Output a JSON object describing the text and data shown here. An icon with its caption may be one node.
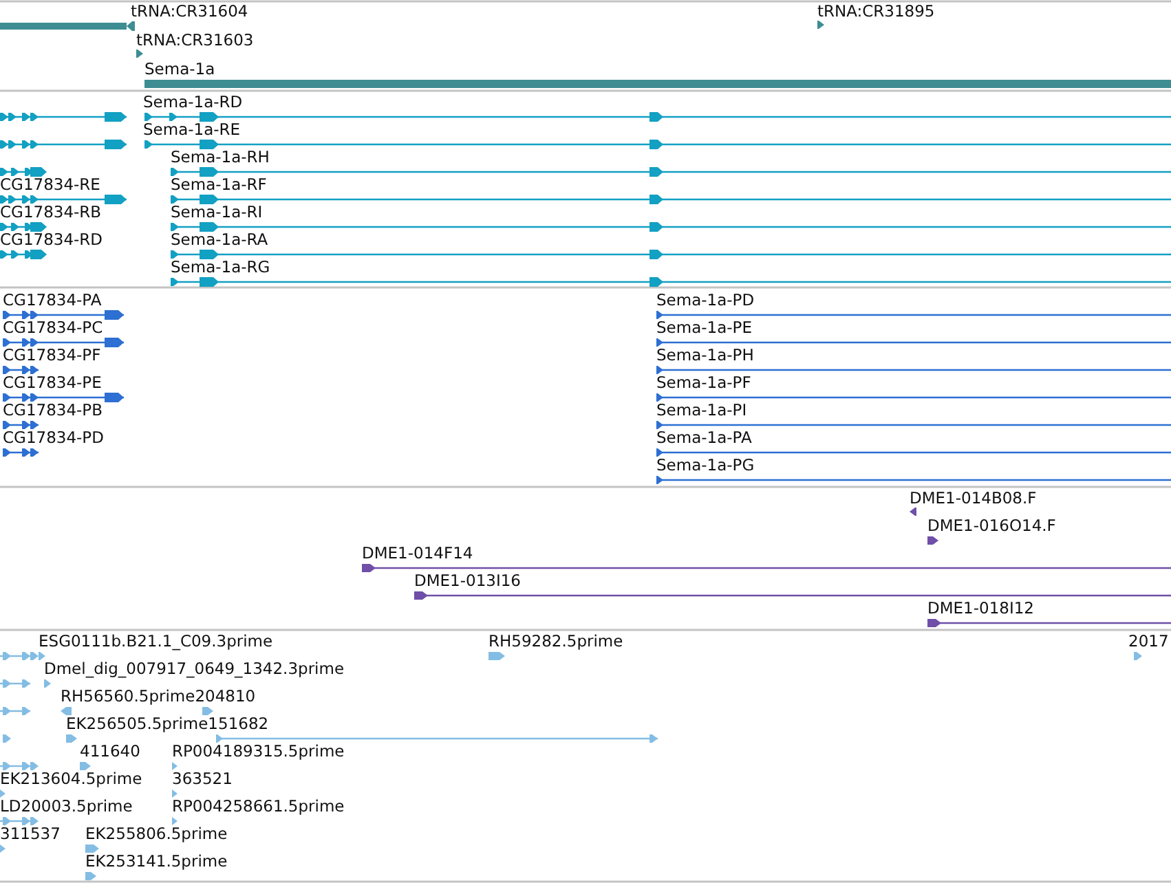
{
  "diagram": {
    "labels": [
      "tRNA:CR31604",
      "tRNA:CR31895",
      "tRNA:CR31603",
      "Sema-1a",
      "Sema-1a-RD",
      "Sema-1a-RE",
      "Sema-1a-RH",
      "CG17834-RE",
      "Sema-1a-RF",
      "CG17834-RB",
      "Sema-1a-RI",
      "CG17834-RD",
      "Sema-1a-RA",
      "Sema-1a-RG",
      "CG17834-PA",
      "Sema-1a-PD",
      "CG17834-PC",
      "Sema-1a-PE",
      "CG17834-PF",
      "Sema-1a-PH",
      "CG17834-PE",
      "Sema-1a-PF",
      "CG17834-PB",
      "Sema-1a-PI",
      "CG17834-PD",
      "Sema-1a-PA",
      "Sema-1a-PG",
      "DME1-014B08.F",
      "DME1-016O14.F",
      "DME1-014F14",
      "DME1-013I16",
      "DME1-018I12",
      "ESG0111b.B21.1_C09.3prime",
      "RH59282.5prime",
      "2017",
      "Dmel_dig_007917_0649_1342.3prime",
      "RH56560.5prime204810",
      "EK256505.5prime151682",
      "411640",
      "RP004189315.5prime",
      "EK213604.5prime",
      "363521",
      "LD20003.5prime",
      "RP004258661.5prime",
      "311537",
      "EK255806.5prime",
      "EK253141.5prime"
    ]
  }
}
